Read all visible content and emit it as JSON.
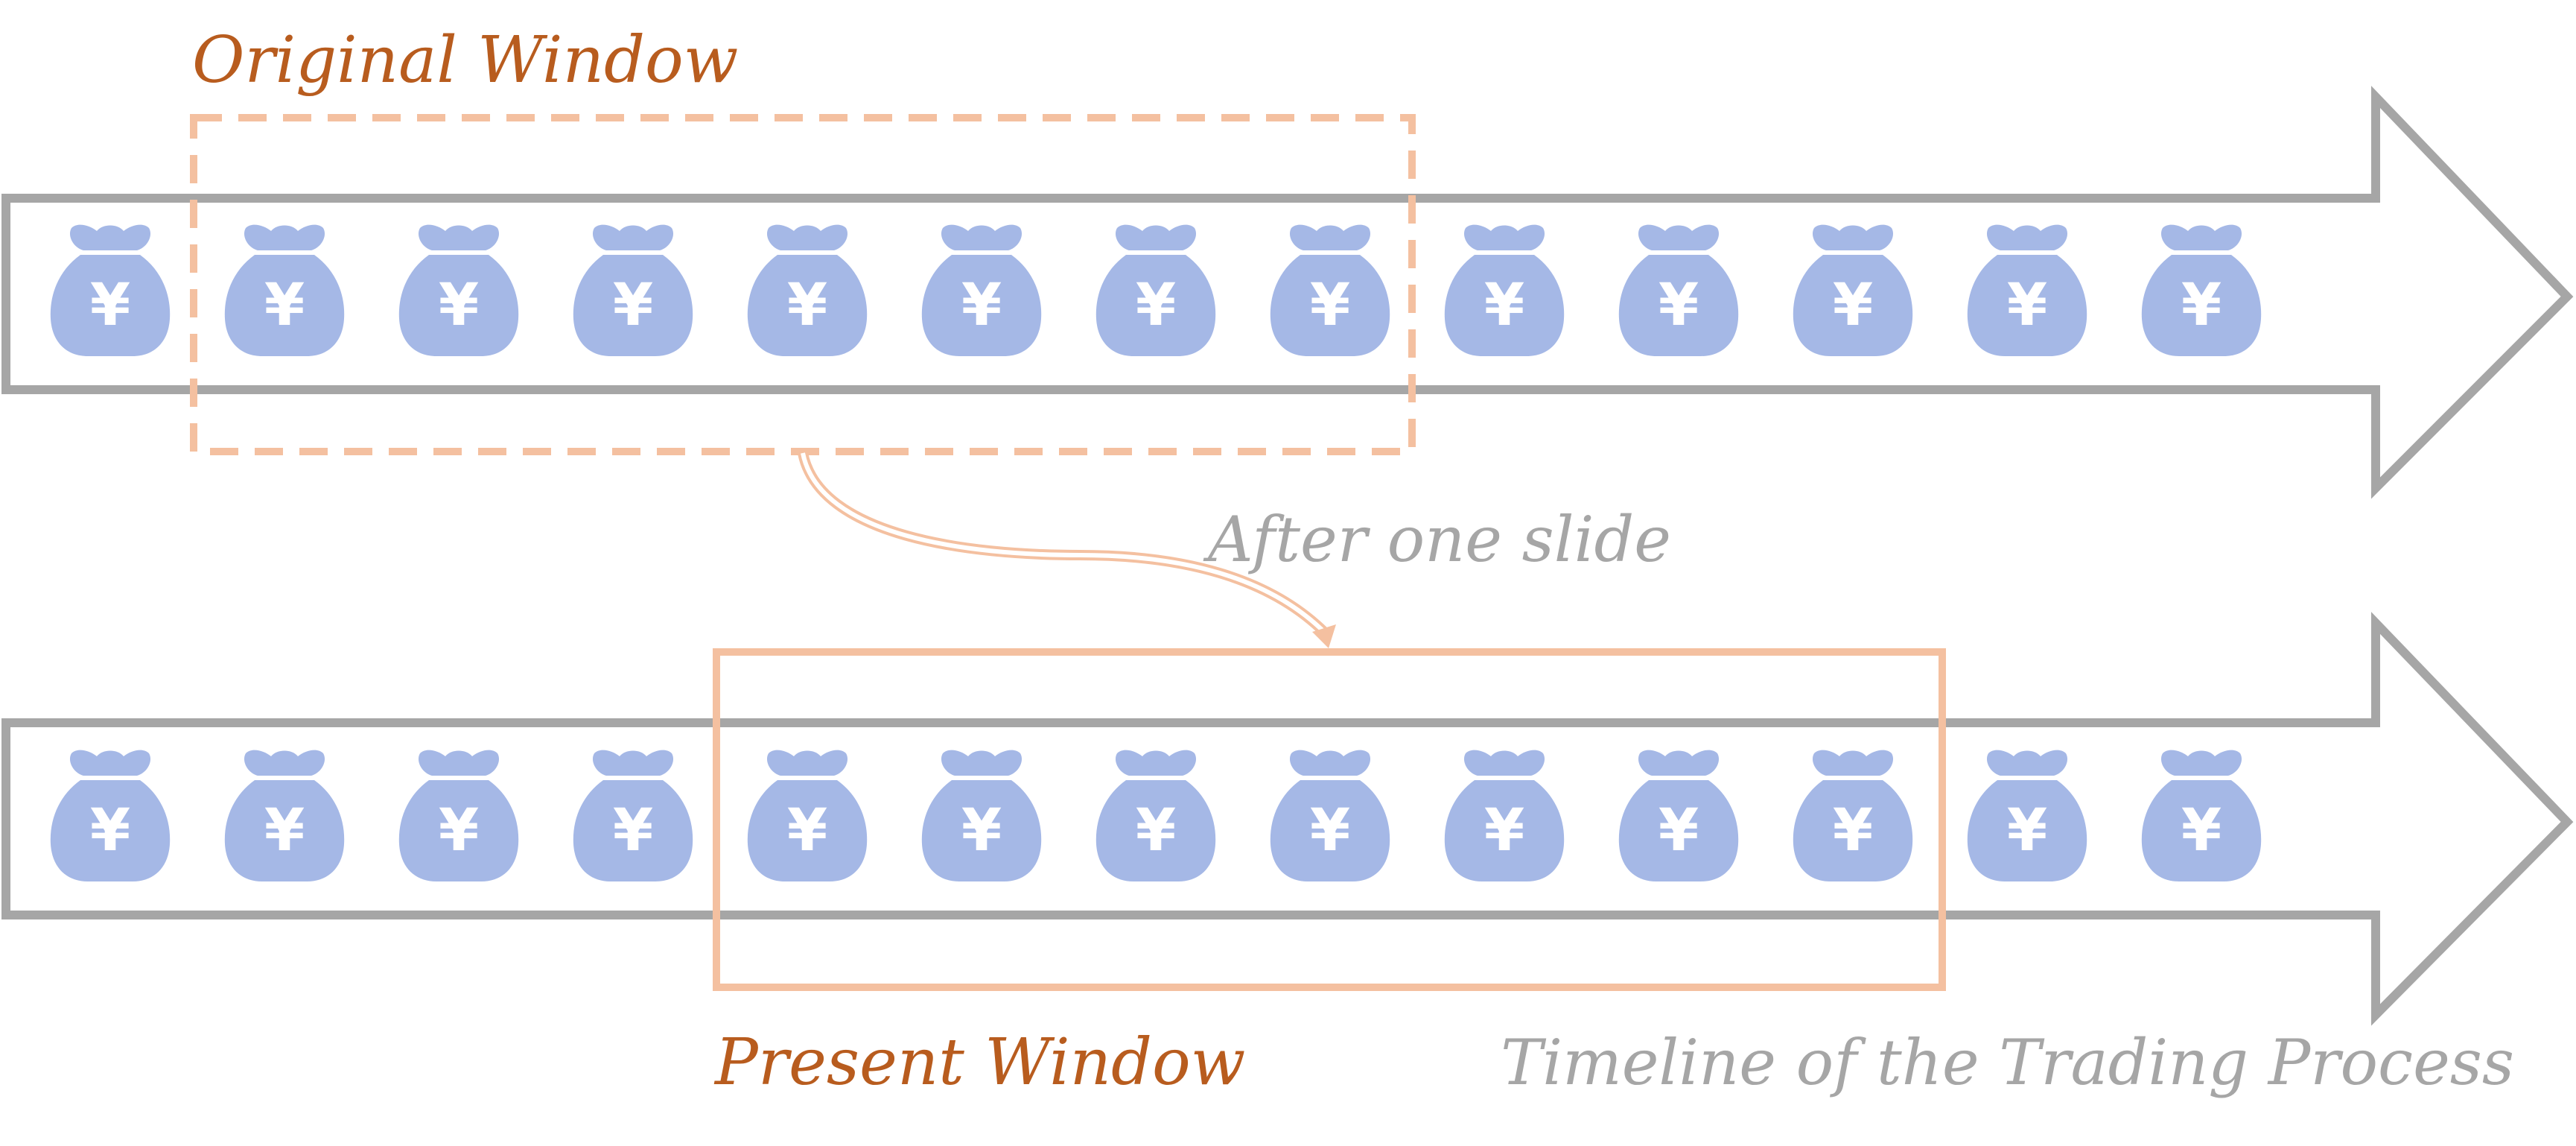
{
  "labels": {
    "original_window": "Original Window",
    "after_one_slide": "After one slide",
    "present_window": "Present Window",
    "timeline": "Timeline of the Trading Process"
  },
  "icons": {
    "bag": "money-bag-yen-icon",
    "symbol": "¥"
  },
  "colors": {
    "arrow_stroke": "#a6a6a6",
    "window": "#f4c0a0",
    "bag": "#a5b8e6",
    "title_text": "#b85c1e",
    "grey_text": "#a6a6a6"
  },
  "timelines": [
    {
      "name": "timeline-top",
      "bag_count": 13,
      "window_style": "dashed",
      "window_start_index": 1,
      "window_end_index": 7
    },
    {
      "name": "timeline-bottom",
      "bag_count": 13,
      "window_style": "solid",
      "window_start_index": 4,
      "window_end_index": 10
    }
  ]
}
